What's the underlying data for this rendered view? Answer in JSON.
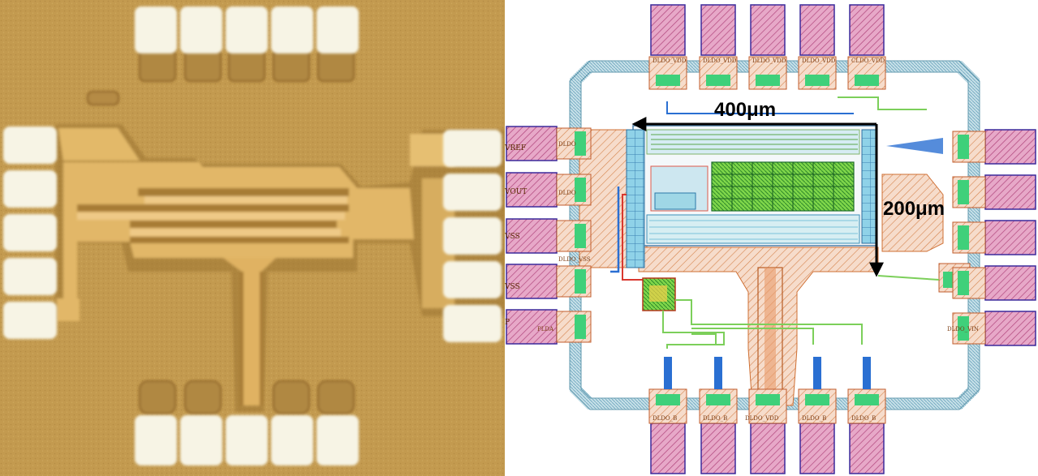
{
  "colors": {
    "die_background": "#c49a4e",
    "pad_white": "#f6f3e6",
    "metal_gold": "#e8c070",
    "layout_pad_fill": "#d88fb4",
    "layout_pad_border": "#3b2a9c",
    "seal_ring": "#9fc3cf",
    "route_orange": "#d8884a",
    "arrow": "#000000"
  },
  "layout": {
    "dimension_width_label": "400μm",
    "dimension_height_label": "200μm",
    "left_pins": [
      "VREF",
      "VOUT",
      "VSS",
      "VSS",
      "P"
    ],
    "left_pin_dummies": [
      "DLDO",
      "DLDO",
      "DLDO_VSS",
      "",
      "PLDA"
    ],
    "right_pin_dummies": [
      "",
      "",
      "",
      "",
      "DLDO_VIN"
    ],
    "top_pad_labels": [
      "DLDO_VDD",
      "DLDO_VDD",
      "DLDO_VDD",
      "DLDO_VDD",
      "CLDO_VDD"
    ],
    "bottom_pad_labels": [
      "DLDO_B",
      "DLDO_B",
      "DLDO_VDD",
      "DLDO_B",
      "DLDO_B"
    ]
  }
}
